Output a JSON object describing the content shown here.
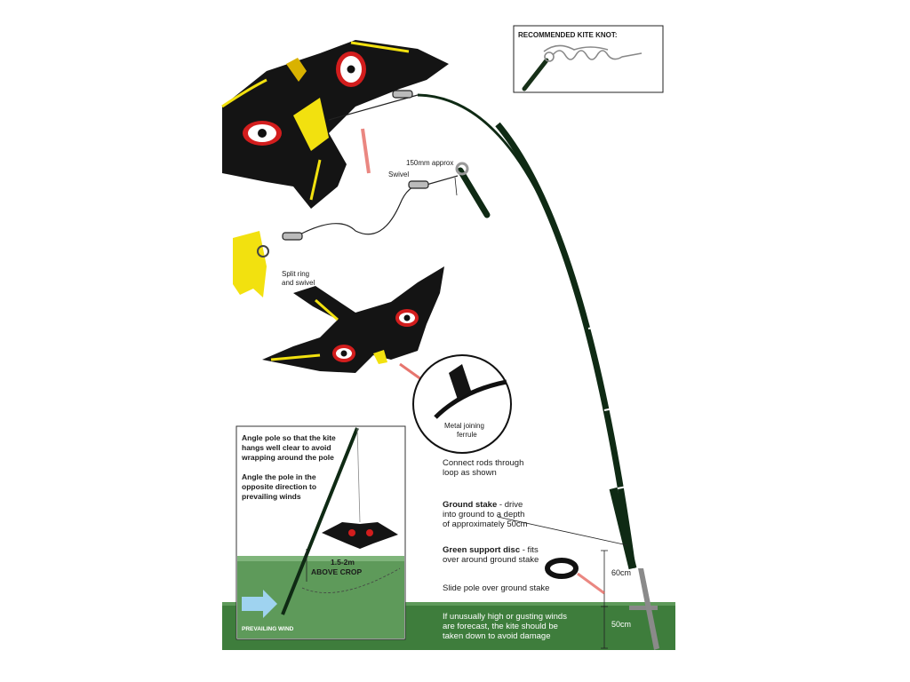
{
  "knot_box": {
    "title": "RECOMMENDED KITE KNOT:"
  },
  "labels": {
    "length_approx": "150mm approx",
    "swivel": "Swivel",
    "split_ring_1": "Split ring",
    "split_ring_2": "and swivel",
    "ferrule_1": "Metal joining",
    "ferrule_2": "ferrule",
    "connect_1": "Connect rods through",
    "connect_2": "loop as shown",
    "stake_bold": "Ground stake",
    "stake_rest": " - drive",
    "stake_2": "into ground to a depth",
    "stake_3": "of approximately 50cm",
    "disc_bold": "Green support disc",
    "disc_rest": " - fits",
    "disc_2": "over around ground stake",
    "slide": "Slide pole over ground stake",
    "warn_1": "If unusually high or gusting winds",
    "warn_2": "are forecast, the kite should be",
    "warn_3": "taken down to avoid damage",
    "dim_60": "60cm",
    "dim_50": "50cm"
  },
  "inset": {
    "text_1": "Angle pole so that the kite",
    "text_2": "hangs well clear to avoid",
    "text_3": "wrapping around the pole",
    "text_4": "Angle the pole in the",
    "text_5": "opposite direction to",
    "text_6": "prevailing winds",
    "height_1": "1.5-2m",
    "height_2": "ABOVE CROP",
    "wind": "PREVAILING WIND"
  },
  "colors": {
    "kite_body": "#141414",
    "kite_yellow": "#f2e10f",
    "eye_red": "#d21d1d",
    "pole": "#0f2a14",
    "ground": "#3e7d3c",
    "wind_arrow": "#9fd3f0"
  }
}
